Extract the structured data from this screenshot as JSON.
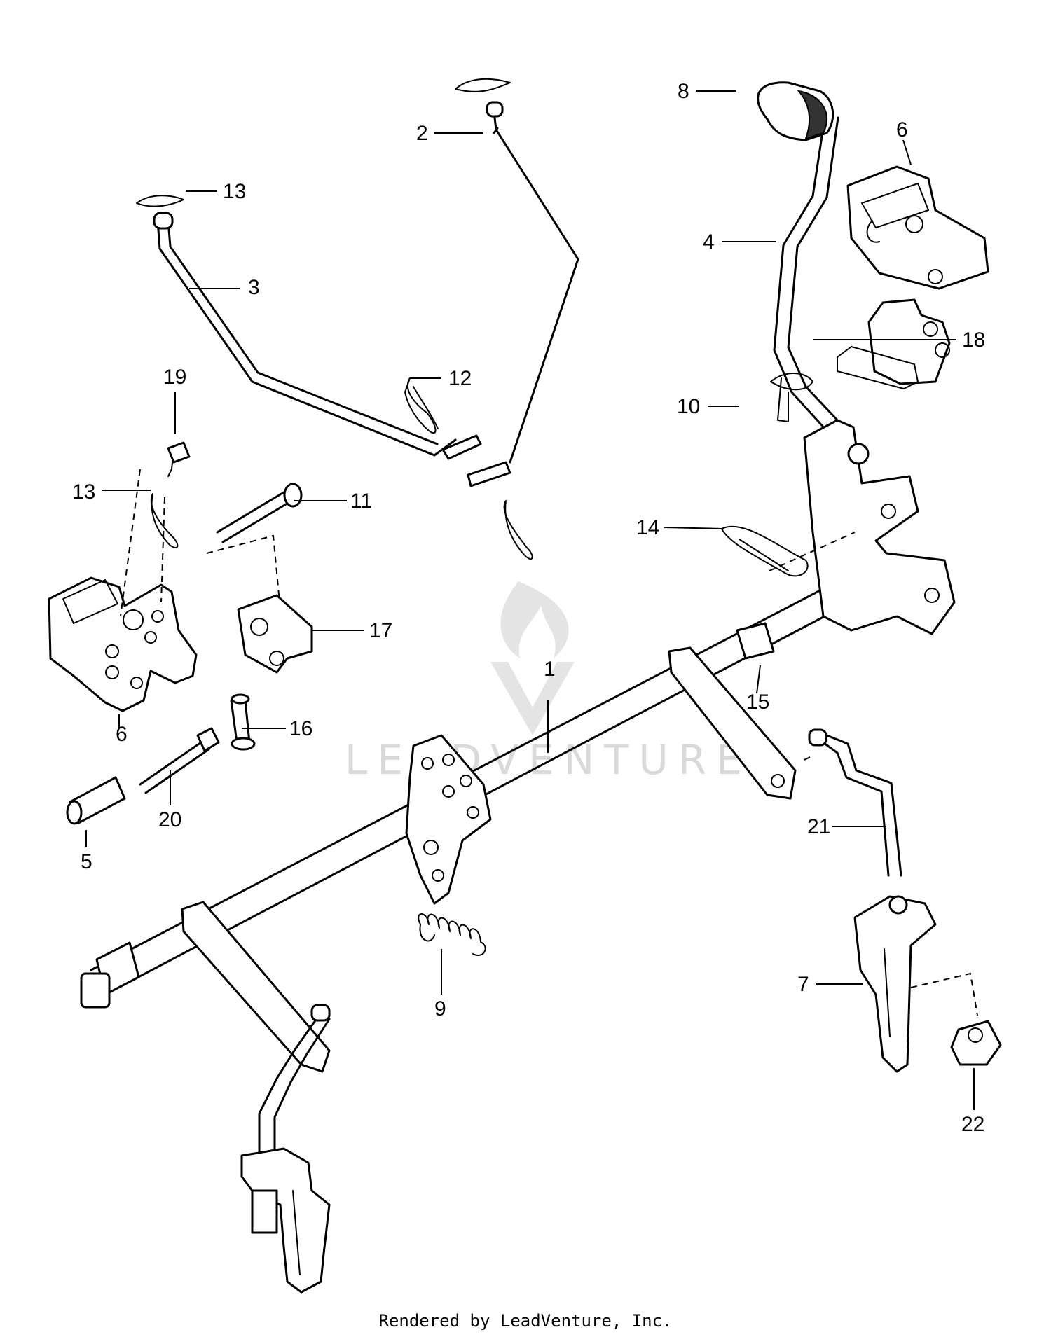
{
  "diagram": {
    "callouts": [
      "1",
      "2",
      "3",
      "4",
      "5",
      "6",
      "6",
      "7",
      "8",
      "9",
      "10",
      "11",
      "12",
      "13",
      "13",
      "14",
      "15",
      "16",
      "17",
      "18",
      "19",
      "20",
      "21",
      "22"
    ],
    "watermark": "LEADVENTURE"
  },
  "footer": {
    "credit": "Rendered by LeadVenture, Inc."
  }
}
